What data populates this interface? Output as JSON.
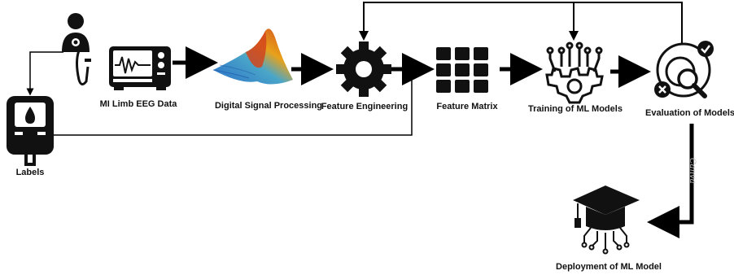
{
  "nodes": {
    "patient": {
      "icon": "patient-doctor-icon"
    },
    "eeg": {
      "label": "MI Limb EEG Data",
      "icon": "eeg-monitor-icon"
    },
    "dsp": {
      "label": "Digital Signal Processing",
      "icon": "signal-surface-plot-icon"
    },
    "feature_engineering": {
      "label": "Feature Engineering",
      "icon": "gear-icon"
    },
    "feature_matrix": {
      "label": "Feature Matrix",
      "icon": "grid-matrix-icon"
    },
    "training": {
      "label": "Training of ML Models",
      "icon": "circuit-gear-icon"
    },
    "evaluation": {
      "label": "Evaluation of Models",
      "icon": "magnifier-gear-check-icon"
    },
    "labels": {
      "label": "Labels",
      "icon": "glucometer-drop-icon"
    },
    "deployment": {
      "label": "Deployment of ML Model",
      "icon": "graduation-cap-circuit-icon"
    }
  },
  "watermark": "Canva",
  "colors": {
    "ink": "#111111",
    "arrow": "#000000",
    "plot_low": "#2a6fc9",
    "plot_mid": "#e8a21a",
    "plot_high": "#d2441c"
  }
}
